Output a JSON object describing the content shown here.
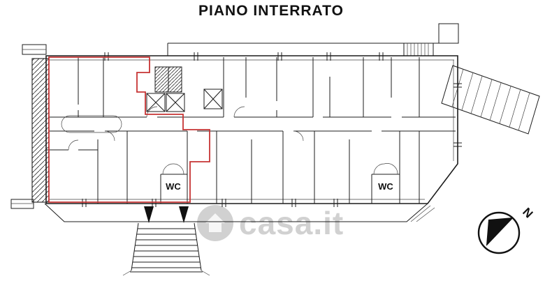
{
  "title": "PIANO INTERRATO",
  "plan": {
    "wc_left_label": "WC",
    "wc_right_label": "WC"
  },
  "compass": {
    "north_label": "N"
  },
  "watermark": {
    "text": "casa.it"
  },
  "colors": {
    "wall": "#1c1c1c",
    "unit_outline": "#c63434",
    "watermark": "#9a9a9a"
  }
}
